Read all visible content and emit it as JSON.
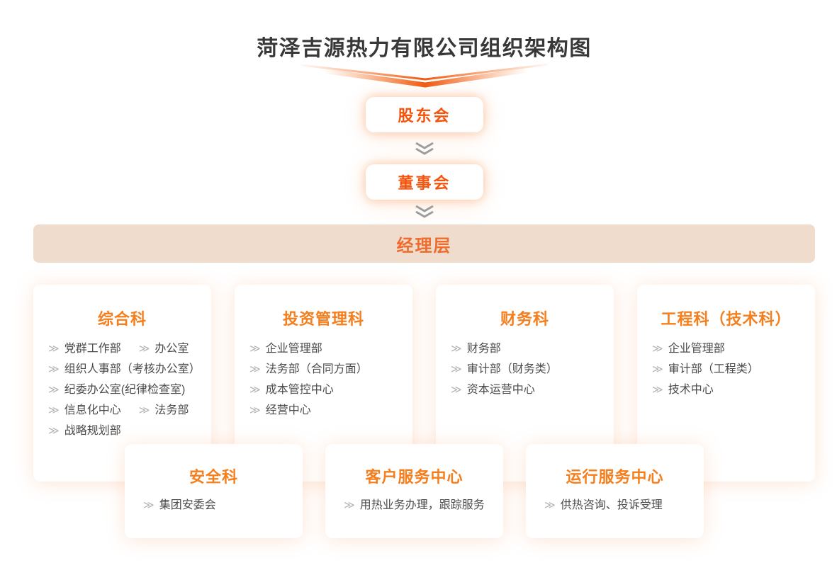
{
  "page": {
    "title": "菏泽吉源热力有限公司组织架构图"
  },
  "colors": {
    "accent_orange": "#f57e1d",
    "node_text_orange": "#f3540e",
    "manager_bar_bg": "#f0dccc",
    "manager_bar_text": "#ed6c2e",
    "item_text_gray": "#4b4b4b",
    "bullet_gray": "#b3b3b3",
    "arrow_gray": "#9e9e9e",
    "title_dark": "#383838"
  },
  "icons": {
    "bullet_glyph": "≫",
    "down_arrow": "double-chevron-down",
    "title_decoration": "orange-swoosh"
  },
  "flow": {
    "nodes": [
      {
        "label": "股东会"
      },
      {
        "label": "董事会"
      }
    ],
    "manager_layer": "经理层"
  },
  "departments": [
    {
      "title": "综合科",
      "rows": [
        [
          "党群工作部",
          "办公室"
        ],
        [
          "组织人事部（考核办公室）"
        ],
        [
          "纪委办公室(纪律检查室)"
        ],
        [
          "信息化中心",
          "法务部"
        ],
        [
          "战略规划部"
        ]
      ]
    },
    {
      "title": "投资管理科",
      "rows": [
        [
          "企业管理部"
        ],
        [
          "法务部（合同方面）"
        ],
        [
          "成本管控中心"
        ],
        [
          "经营中心"
        ]
      ]
    },
    {
      "title": "财务科",
      "rows": [
        [
          "财务部"
        ],
        [
          "审计部（财务类）"
        ],
        [
          "资本运营中心"
        ]
      ]
    },
    {
      "title": "工程科（技术科）",
      "rows": [
        [
          "企业管理部"
        ],
        [
          "审计部（工程类）"
        ],
        [
          "技术中心"
        ]
      ]
    }
  ],
  "sub_departments": [
    {
      "title": "安全科",
      "rows": [
        [
          "集团安委会"
        ]
      ]
    },
    {
      "title": "客户服务中心",
      "rows": [
        [
          "用热业务办理，跟踪服务"
        ]
      ]
    },
    {
      "title": "运行服务中心",
      "rows": [
        [
          "供热咨询、投诉受理"
        ]
      ]
    }
  ]
}
